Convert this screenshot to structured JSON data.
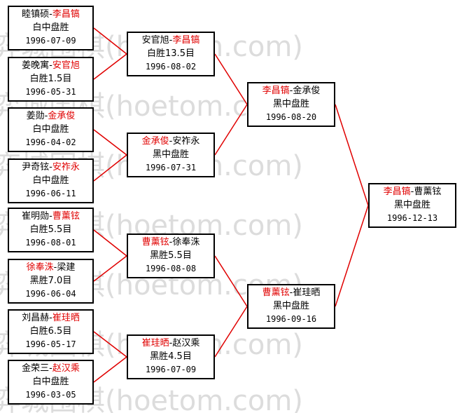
{
  "watermark": "弈城围棋(hoetom.com)",
  "colors": {
    "winner": "#e00000",
    "line": "#e00000",
    "border": "#000000",
    "watermark": "#d8d8d8"
  },
  "round1": [
    {
      "p1": "睦镇硕",
      "p2": "李昌镐",
      "winner": 2,
      "result": "白中盘胜",
      "date": "1996-07-09"
    },
    {
      "p1": "姜晚寓",
      "p2": "安官旭",
      "winner": 2,
      "result": "白胜1.5目",
      "date": "1996-05-31"
    },
    {
      "p1": "姜勋",
      "p2": "金承俊",
      "winner": 2,
      "result": "白中盘胜",
      "date": "1996-04-02"
    },
    {
      "p1": "尹奇铉",
      "p2": "安祚永",
      "winner": 2,
      "result": "白中盘胜",
      "date": "1996-06-11"
    },
    {
      "p1": "崔明勋",
      "p2": "曹薰铉",
      "winner": 2,
      "result": "白胜5.5目",
      "date": "1996-08-01"
    },
    {
      "p1": "徐奉洙",
      "p2": "梁建",
      "winner": 1,
      "result": "黑胜7.0目",
      "date": "1996-06-04"
    },
    {
      "p1": "刘昌赫",
      "p2": "崔珪晒",
      "winner": 2,
      "result": "白胜6.5目",
      "date": "1996-05-17"
    },
    {
      "p1": "金荣三",
      "p2": "赵汉乘",
      "winner": 2,
      "result": "白中盘胜",
      "date": "1996-03-05"
    }
  ],
  "round2": [
    {
      "p1": "安官旭",
      "p2": "李昌镐",
      "winner": 2,
      "result": "白胜13.5目",
      "date": "1996-08-02"
    },
    {
      "p1": "金承俊",
      "p2": "安祚永",
      "winner": 1,
      "result": "黑中盘胜",
      "date": "1996-07-31"
    },
    {
      "p1": "曹薰铉",
      "p2": "徐奉洙",
      "winner": 1,
      "result": "黑胜5.5目",
      "date": "1996-08-08"
    },
    {
      "p1": "崔珪晒",
      "p2": "赵汉乘",
      "winner": 1,
      "result": "黑胜4.5目",
      "date": "1996-07-09"
    }
  ],
  "round3": [
    {
      "p1": "李昌镐",
      "p2": "金承俊",
      "winner": 1,
      "result": "黑中盘胜",
      "date": "1996-08-20"
    },
    {
      "p1": "曹薰铉",
      "p2": "崔珪晒",
      "winner": 1,
      "result": "黑中盘胜",
      "date": "1996-09-16"
    }
  ],
  "final": [
    {
      "p1": "李昌镐",
      "p2": "曹薰铉",
      "winner": 1,
      "result": "黑中盘胜",
      "date": "1996-12-13"
    }
  ]
}
